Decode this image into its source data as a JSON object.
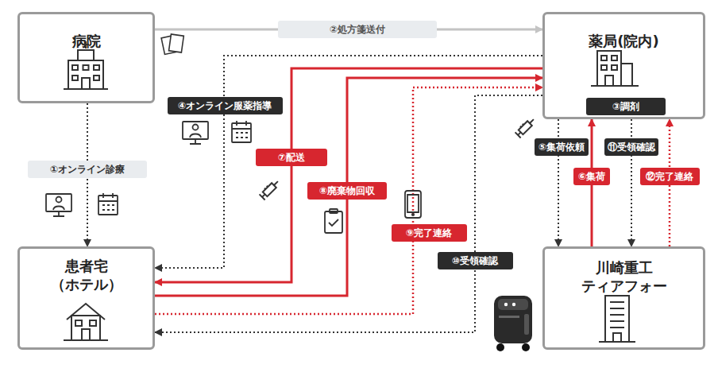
{
  "diagram": {
    "nodes": [
      {
        "text": [
          "病院"
        ]
      },
      {
        "text": [
          "薬局(院内)"
        ]
      },
      {
        "text": [
          "③調剤"
        ],
        "in": 1
      },
      {
        "text": [
          "患者宅 （ホテル）"
        ]
      },
      {
        "text": [
          "川崎重工 ティアフォー"
        ]
      }
    ],
    "edges": [
      {
        "from": 0,
        "to": 3,
        "label": "①オンライン診療",
        "arrow": "to"
      },
      {
        "from": 0,
        "to": 1,
        "label": "②処方箋送付",
        "arrow": "to"
      },
      {
        "from": 1,
        "to": 3,
        "label": "④オンライン服薬指導",
        "arrow": "to"
      },
      {
        "from": 1,
        "to": 4,
        "label": "⑤集荷依頼",
        "arrow": "to"
      },
      {
        "from": 4,
        "to": 1,
        "label": "⑥集荷",
        "arrow": "to"
      },
      {
        "from": 1,
        "to": 3,
        "label": "⑦配送",
        "arrow": "to"
      },
      {
        "from": 3,
        "to": 1,
        "label": "⑧廃棄物回収",
        "arrow": "to"
      },
      {
        "from": 3,
        "to": 1,
        "label": "⑨完了連絡",
        "arrow": "to"
      },
      {
        "from": 1,
        "to": 3,
        "label": "⑩受領確認",
        "arrow": "to"
      },
      {
        "from": 1,
        "to": 4,
        "label": "⑪受領確認",
        "arrow": "to"
      },
      {
        "from": 4,
        "to": 1,
        "label": "⑫完了連絡",
        "arrow": "to"
      }
    ]
  }
}
